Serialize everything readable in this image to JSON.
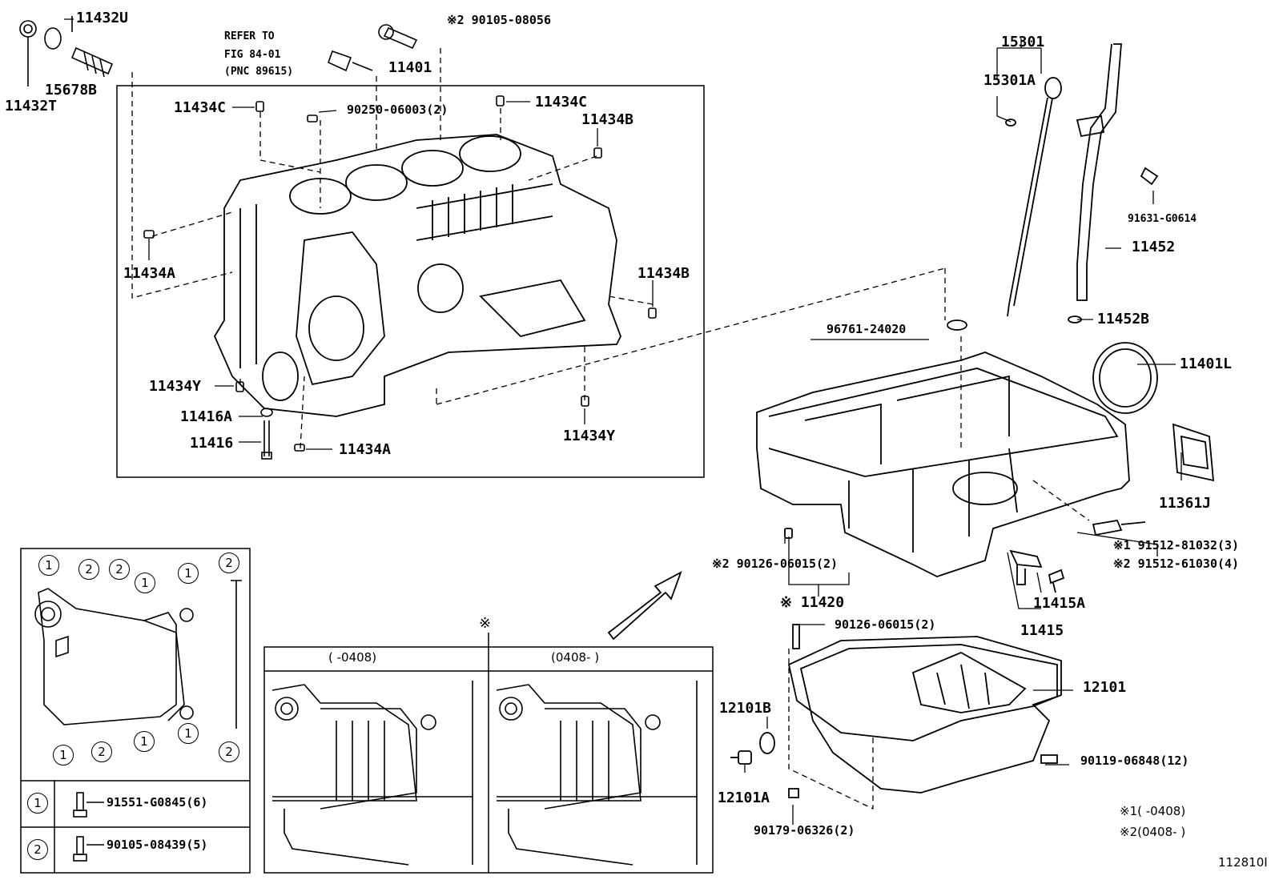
{
  "labels": {
    "p11432U": "11432U",
    "p11432T": "11432T",
    "p15678B": "15678B",
    "refer1": "REFER TO",
    "refer2": "FIG 84-01",
    "refer3": "(PNC 89615)",
    "p9010508056": "※2 90105-08056",
    "p11401": "11401",
    "p11434C_l": "11434C",
    "p9025006003": "90250-06003(2)",
    "p11434C_r": "11434C",
    "p11434B_t": "11434B",
    "p11434A_l": "11434A",
    "p11434B_r": "11434B",
    "p11434Y_l": "11434Y",
    "p11416A": "11416A",
    "p11416": "11416",
    "p11434A_b": "11434A",
    "p11434Y_r": "11434Y",
    "p15301": "15301",
    "p15301A": "15301A",
    "p91631": "91631-G0614",
    "p11452": "11452",
    "p11452B": "11452B",
    "p9676124020": "96761-24020",
    "p11401L": "11401L",
    "p11361J": "11361J",
    "p91512a": "※1 91512-81032(3)",
    "p91512b": "※2 91512-61030(4)",
    "p11415A": "11415A",
    "p11415": "11415",
    "p9012606015a": "※2 90126-06015(2)",
    "p11420": "※ 11420",
    "p9012606015b": "90126-06015(2)",
    "p12101": "12101",
    "p12101B": "12101B",
    "p12101A": "12101A",
    "p9011906848": "90119-06848(12)",
    "p9017906326": "90179-06326(2)",
    "note1": "※1(       -0408)",
    "note2": "※2(0408-       )",
    "figno": "112810I",
    "inset_mark": "※",
    "inset_left_hdr": "(      -0408)",
    "inset_right_hdr": "(0408-      )",
    "legend1_num": "1",
    "legend2_num": "2",
    "legend1_part": "91551-G0845(6)",
    "legend2_part": "90105-08439(5)"
  },
  "bolt_callouts": [
    "1",
    "2",
    "2",
    "1",
    "1",
    "2",
    "1",
    "2",
    "1",
    "1",
    "2"
  ]
}
